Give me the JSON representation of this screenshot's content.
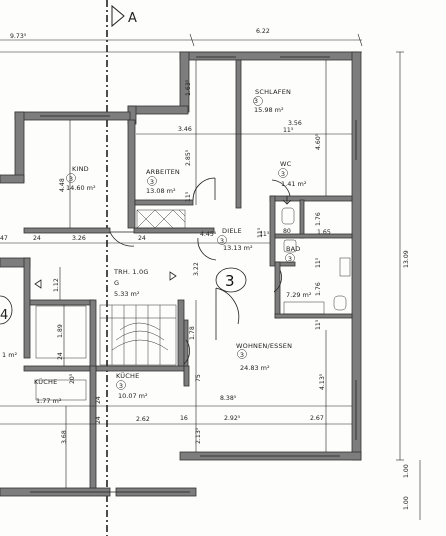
{
  "axis_label": "A",
  "unit_label": "3",
  "unit_marker_left": "4",
  "rooms": {
    "schlafen": {
      "name": "SCHLAFEN",
      "num": "3",
      "area": "15.98 m²"
    },
    "kind": {
      "name": "KIND",
      "num": "3",
      "area": "14.60 m²"
    },
    "arbeiten": {
      "name": "ARBEITEN",
      "num": "3",
      "area": "13.08 m²"
    },
    "wc": {
      "name": "WC",
      "num": "3",
      "area": "1.41 m²"
    },
    "diele": {
      "name": "DIELE",
      "num": "3",
      "area": "13.13 m²"
    },
    "trh": {
      "name": "TRH. 1.0G",
      "num": "G",
      "area": "5.33 m²"
    },
    "bad": {
      "name": "BAD",
      "num": "3",
      "area": "7.29 m²"
    },
    "wohnen": {
      "name": "WOHNEN/ESSEN",
      "num": "3",
      "area": "24.83 m²"
    },
    "kueche_left": {
      "name": "KÜCHE",
      "area": "1.77 m²"
    },
    "kueche": {
      "name": "KÜCHE",
      "num": "3",
      "area": "10.07 m²"
    },
    "left_partial_area": "1 m²"
  },
  "dims": {
    "top_left": "9.73⁵",
    "top_right": "6.22",
    "d_346": "3.46",
    "d_356": "3.56",
    "d_163": "1.63⁵",
    "d_285": "2.85⁵",
    "d_460": "4.60⁵",
    "d_448": "4.48",
    "d_11_a": "11⁵",
    "d_11_b": "11⁵",
    "d_11_c": "11⁵",
    "d_11_d": "11⁵",
    "d_11_e": "11⁵",
    "d_11_f": "11⁵",
    "d_24_a": "24",
    "d_24_b": "24",
    "d_24_c": "24",
    "d_24_d": "24",
    "d_24_e": "24",
    "d_47": "47",
    "d_326": "3.26",
    "d_445": "4.45⁵",
    "d_80": "80",
    "d_165": "1.65",
    "d_176_a": "1.76",
    "d_176_b": "1.76",
    "d_322": "3.22",
    "d_112": "1.12",
    "d_178": "1.78",
    "d_189": "1.89",
    "d_75": "75",
    "d_20": "20⁵",
    "d_413": "4.13⁵",
    "d_838": "8.38⁵",
    "d_262": "2.62",
    "d_16": "16",
    "d_292": "2.92⁵",
    "d_267": "2.67",
    "d_213": "2.13⁵",
    "d_368": "3.68",
    "d_1309": "13.09",
    "d_100_a": "1.00",
    "d_100_b": "1.00"
  }
}
